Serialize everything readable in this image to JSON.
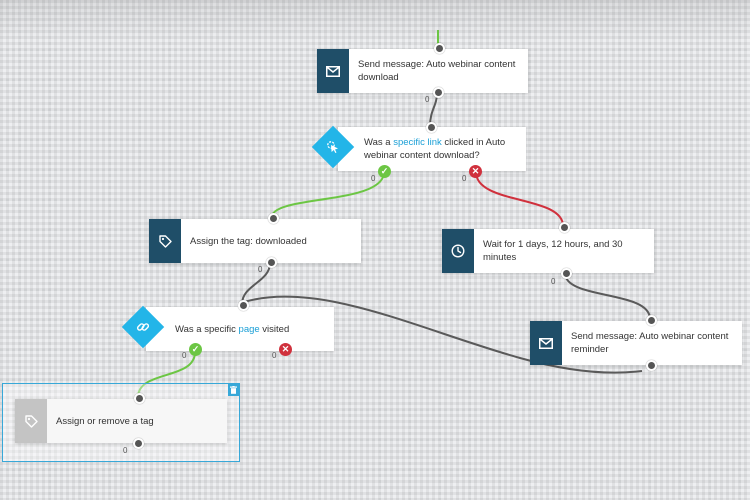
{
  "colors": {
    "tile_dark": "#1f4e68",
    "diamond_blue": "#23b5e8",
    "tile_gray": "#c4c4c4",
    "wire_green": "#6cc644",
    "wire_red": "#d0313d",
    "wire_gray": "#5a5a5a",
    "link_blue": "#1a9fd6",
    "selection_blue": "#38a8d8"
  },
  "nodes": {
    "send_message_1": {
      "icon": "envelope-icon",
      "text": "Send message: Auto webinar content download",
      "count": "0"
    },
    "condition_link": {
      "icon": "cursor-click-icon",
      "prefix": "Was a ",
      "link_text": "specific link",
      "suffix": " clicked in Auto webinar content download?",
      "yes_count": "0",
      "no_count": "0"
    },
    "assign_tag": {
      "icon": "tag-icon",
      "text": "Assign the tag: downloaded",
      "count": "0"
    },
    "wait": {
      "icon": "clock-icon",
      "text": "Wait for 1 days, 12 hours, and 30 minutes",
      "count": "0"
    },
    "condition_page": {
      "icon": "link-icon",
      "prefix": "Was a specific ",
      "link_text": "page",
      "suffix": " visited",
      "yes_count": "0",
      "no_count": "0"
    },
    "send_message_2": {
      "icon": "envelope-icon",
      "text": "Send message: Auto webinar content reminder"
    },
    "assign_remove_tag": {
      "icon": "tag-icon",
      "text": "Assign or remove a tag",
      "count": "0"
    }
  },
  "selected_toolbar": {
    "delete_icon": "trash-icon"
  }
}
